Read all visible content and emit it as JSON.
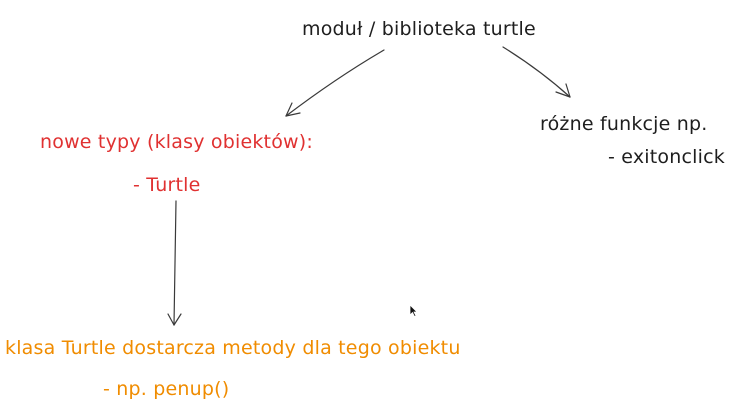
{
  "diagram": {
    "root": {
      "text": "moduł / biblioteka turtle"
    },
    "left_branch": {
      "heading": "nowe typy (klasy obiektów):",
      "item": "- Turtle"
    },
    "right_branch": {
      "heading": "różne funkcje np.",
      "item": "- exitonclick"
    },
    "bottom_node": {
      "heading": "klasa Turtle dostarcza metody dla tego obiektu",
      "item": "- np. penup()"
    }
  },
  "colors": {
    "black": "#1e1e1e",
    "red": "#e03131",
    "orange": "#f08c00",
    "arrow": "#3a3a3a",
    "background": "#ffffff"
  },
  "icons": {
    "cursor": "mouse-pointer-icon"
  }
}
